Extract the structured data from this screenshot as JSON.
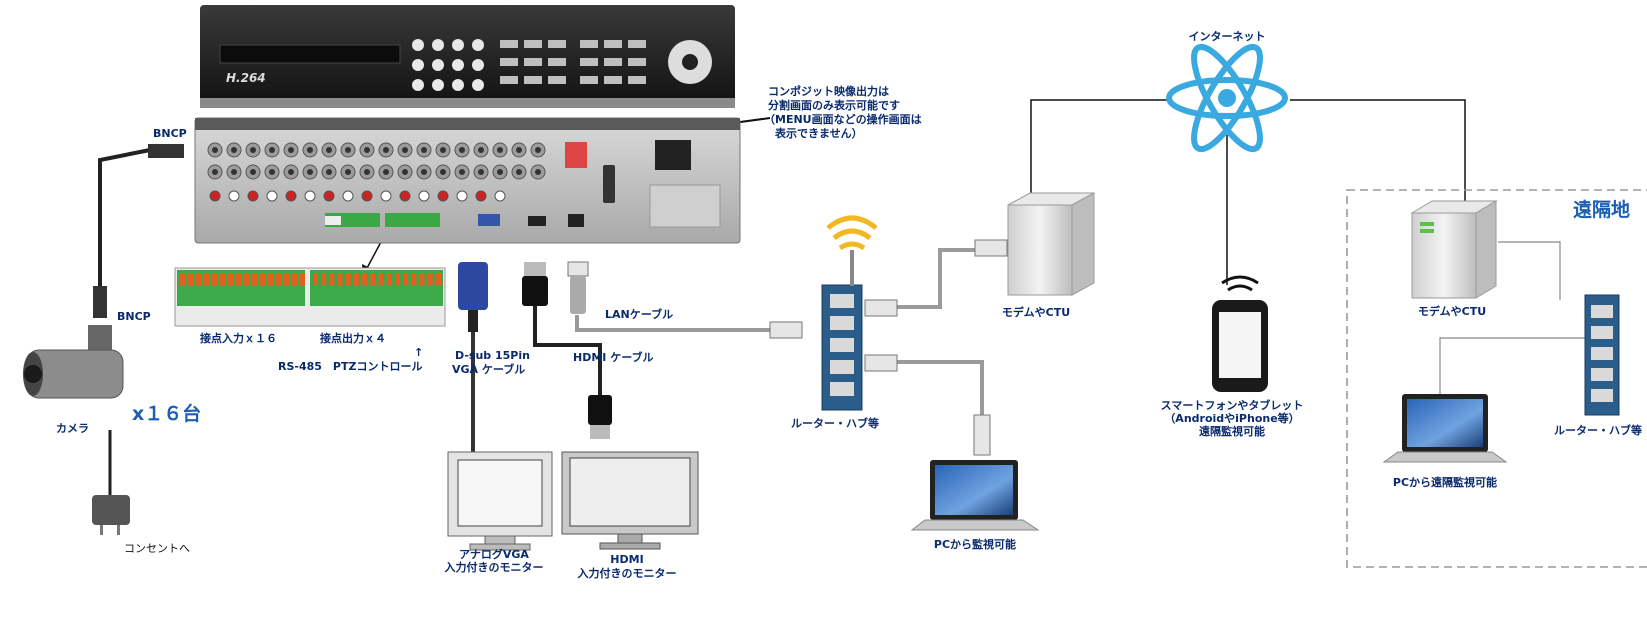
{
  "labels": {
    "internet": "インターネット",
    "remote_area": "遠隔地",
    "bncp_top": "BNCP",
    "bncp_bottom": "BNCP",
    "camera": "カメラ",
    "camera_count": "x１６台",
    "outlet": "コンセントへ",
    "alarm_in": "接点入力ｘ１６",
    "alarm_out": "接点出力ｘ４",
    "rs485": "RS-485　PTZコントロール",
    "rs485_arrow": "↑",
    "composite_note": [
      "コンポジット映像出力は",
      "分割画面のみ表示可能です",
      "（MENU画面などの操作画面は",
      "表示できません）"
    ],
    "vga_cable": [
      "D-sub 15Pin",
      "VGA ケーブル"
    ],
    "hdmi_cable": "HDMI ケーブル",
    "lan_cable": "LANケーブル",
    "analog_monitor": [
      "アナログVGA",
      "入力付きのモニター"
    ],
    "hdmi_monitor": [
      "HDMI",
      "入力付きのモニター"
    ],
    "router_local": "ルーター・ハブ等",
    "router_remote": "ルーター・ハブ等",
    "modem_local": "モデムやCTU",
    "modem_remote": "モデムやCTU",
    "smartphone": [
      "スマートフォンやタブレット",
      "（AndroidやiPhone等）",
      "遠隔監視可能"
    ],
    "pc_local": "PCから監視可能",
    "pc_remote": "PCから遠隔監視可能",
    "dvr_brand": "H.264"
  },
  "colors": {
    "label_blue": "#0a2a6e",
    "accent_blue": "#1b5fb3",
    "router_blue": "#2a5d8a",
    "cable_gray": "#9a9a9a",
    "wifi_yellow": "#f2b824"
  },
  "icons": [
    "dvr-front-icon",
    "dvr-rear-icon",
    "terminal-block-icon",
    "camera-icon",
    "power-adapter-icon",
    "bnc-connector-icon",
    "vga-connector-icon",
    "hdmi-connector-icon",
    "rj45-connector-icon",
    "crt-monitor-icon",
    "lcd-monitor-icon",
    "router-hub-icon",
    "wifi-icon",
    "modem-tower-icon",
    "internet-atom-icon",
    "smartphone-icon",
    "laptop-icon"
  ]
}
